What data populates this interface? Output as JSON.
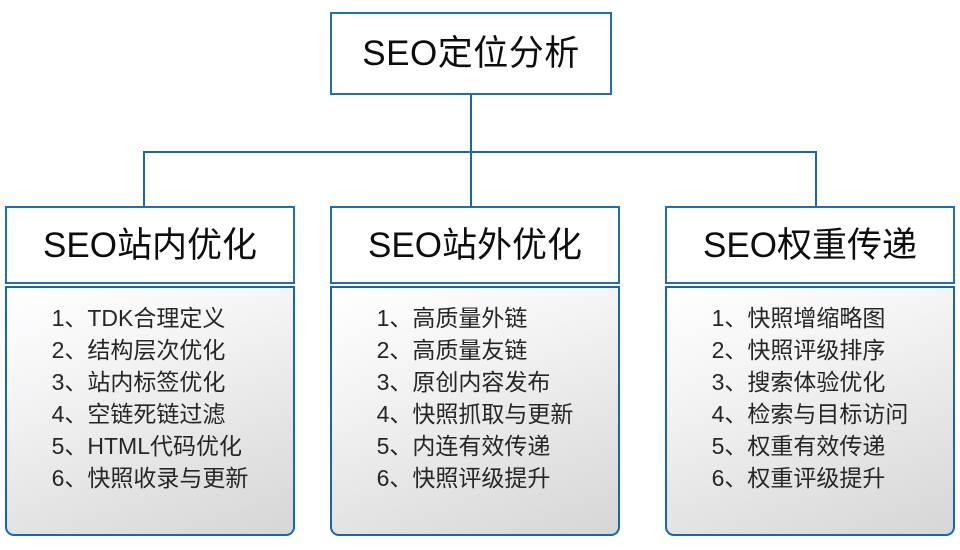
{
  "diagram": {
    "root": {
      "label": "SEO定位分析"
    },
    "connector_color": "#1268b3",
    "border_color": "#1f6fb5",
    "branches": [
      {
        "id": "on-site",
        "header": "SEO站内优化",
        "items": [
          "1、TDK合理定义",
          "2、结构层次优化",
          "3、站内标签优化",
          "4、空链死链过滤",
          "5、HTML代码优化",
          "6、快照收录与更新"
        ]
      },
      {
        "id": "off-site",
        "header": "SEO站外优化",
        "items": [
          "1、高质量外链",
          "2、高质量友链",
          "3、原创内容发布",
          "4、快照抓取与更新",
          "5、内连有效传递",
          "6、快照评级提升"
        ]
      },
      {
        "id": "weight-transfer",
        "header": "SEO权重传递",
        "items": [
          "1、快照增缩略图",
          "2、快照评级排序",
          "3、搜索体验优化",
          "4、检索与目标访问",
          "5、权重有效传递",
          "6、权重评级提升"
        ]
      }
    ]
  }
}
